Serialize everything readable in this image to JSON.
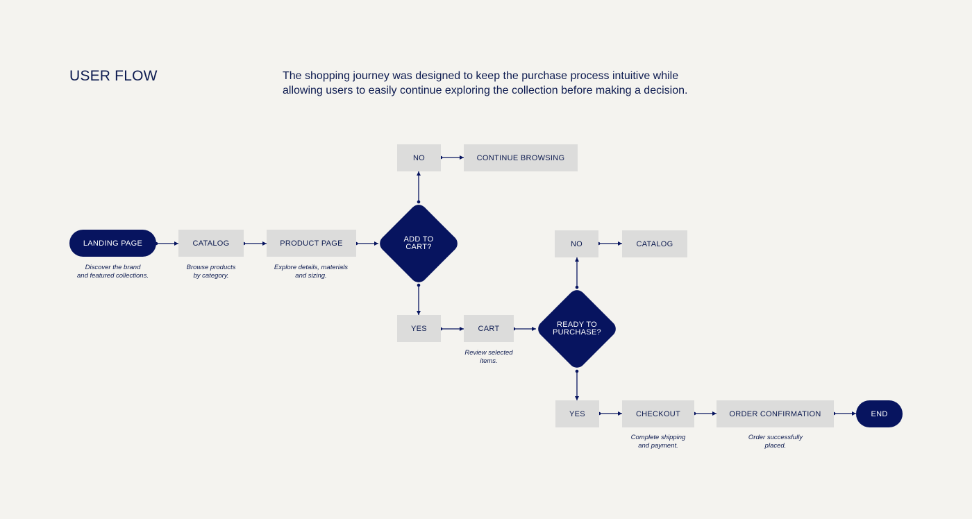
{
  "header": {
    "title": "USER FLOW",
    "description": "The shopping journey was designed to keep the purchase process intuitive while allowing users to easily continue exploring the collection before making a decision."
  },
  "colors": {
    "background": "#f4f3ef",
    "navy": "#07145f",
    "box": "#dcdcdb",
    "text": "#0c1a4f"
  },
  "flow": {
    "landing": "LANDING PAGE",
    "catalog": "CATALOG",
    "product": "PRODUCT PAGE",
    "add_to_cart": "ADD TO\nCART?",
    "no_add": "NO",
    "continue_browsing": "CONTINUE BROWSING",
    "yes_add": "YES",
    "cart": "CART",
    "ready": "READY TO\nPURCHASE?",
    "no_ready": "NO",
    "catalog_return": "CATALOG",
    "yes_ready": "YES",
    "checkout": "CHECKOUT",
    "order_confirmation": "ORDER CONFIRMATION",
    "end": "END"
  },
  "notes": {
    "landing": "Discover the brand\nand featured collections.",
    "catalog": "Browse products\nby category.",
    "product": "Explore details, materials\nand sizing.",
    "cart": "Review selected\nitems.",
    "checkout": "Complete shipping\nand payment.",
    "order_confirmation": "Order successfully\nplaced."
  }
}
